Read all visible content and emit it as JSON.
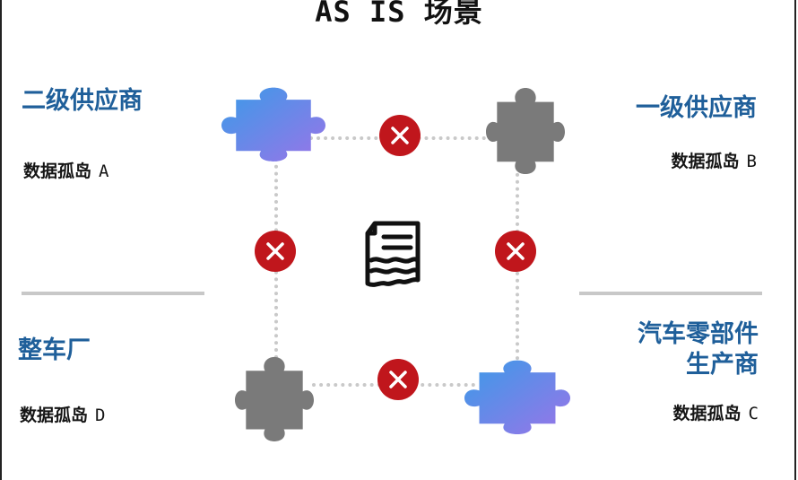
{
  "title": "AS IS 场景",
  "nodes": {
    "top_left": {
      "role": "二级供应商",
      "island_label": "数据孤岛",
      "island_id": "A",
      "color": "gradient"
    },
    "top_right": {
      "role": "一级供应商",
      "island_label": "数据孤岛",
      "island_id": "B",
      "color": "gray"
    },
    "bottom_right": {
      "role_line1": "汽车零部件",
      "role_line2": "生产商",
      "island_label": "数据孤岛",
      "island_id": "C",
      "color": "gradient"
    },
    "bottom_left": {
      "role": "整车厂",
      "island_label": "数据孤岛",
      "island_id": "D",
      "color": "gray"
    }
  },
  "connections_blocked": [
    "top",
    "left",
    "right",
    "bottom"
  ],
  "icons": {
    "center": "document-icon",
    "block": "x-circle-icon",
    "node": "puzzle-piece-icon"
  },
  "colors": {
    "role_text": "#1f5f9a",
    "x_badge": "#c0161c",
    "gray_piece": "#7a7a7a",
    "gradient_start": "#3a9be8",
    "gradient_end": "#9a74e8",
    "dotted_line": "#c9c9c9"
  }
}
